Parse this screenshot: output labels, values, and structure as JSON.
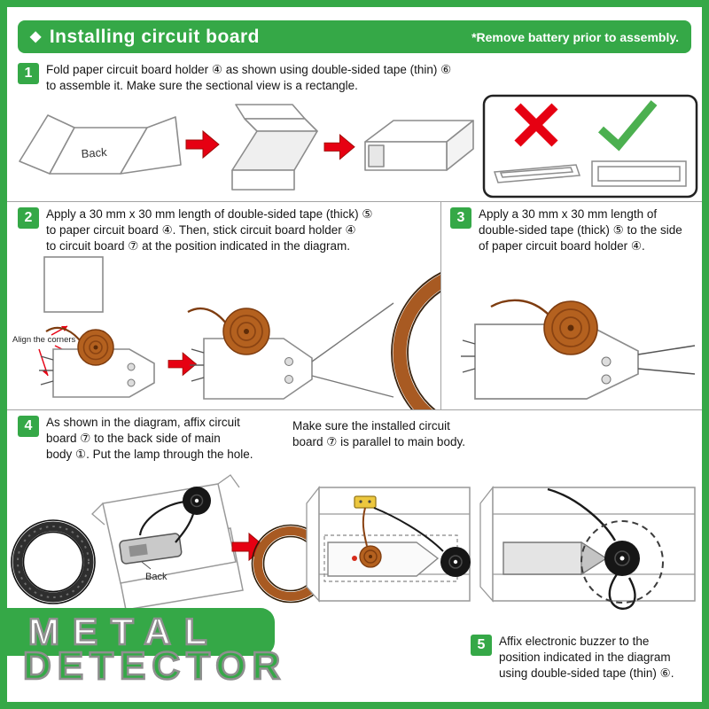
{
  "colors": {
    "green": "#35a847",
    "red": "#e60012",
    "copper": "#b4611f"
  },
  "icons": {
    "diamond": "◆"
  },
  "header": {
    "title": "Installing circuit board",
    "note": "*Remove battery prior to assembly."
  },
  "steps": {
    "s1": {
      "number": "1",
      "text": "Fold paper circuit board holder ④ as shown using double-sided tape (thin) ⑥\nto assemble it. Make sure the sectional view is a rectangle.",
      "back_label": "Back"
    },
    "s2": {
      "number": "2",
      "text": "Apply a 30 mm x 30 mm length of double-sided tape (thick) ⑤\nto paper circuit board ④. Then, stick circuit board holder ④\nto circuit board ⑦ at the position indicated in the diagram.",
      "align_label": "Align the corners"
    },
    "s3": {
      "number": "3",
      "text": "Apply a 30 mm x 30 mm length of\ndouble-sided tape (thick) ⑤ to the side\nof paper circuit board holder ④."
    },
    "s4": {
      "number": "4",
      "text": "As shown in the diagram, affix circuit\nboard ⑦ to the back side of main\nbody ①. Put the lamp through the hole.",
      "note": "Make sure the installed circuit\nboard ⑦ is parallel to main body.",
      "back_label": "Back"
    },
    "s5": {
      "number": "5",
      "text": "Affix electronic buzzer to the\nposition indicated in the diagram\nusing double-sided tape (thin) ⑥."
    }
  },
  "logo": {
    "line1": "METAL",
    "line2": "DETECTOR"
  }
}
